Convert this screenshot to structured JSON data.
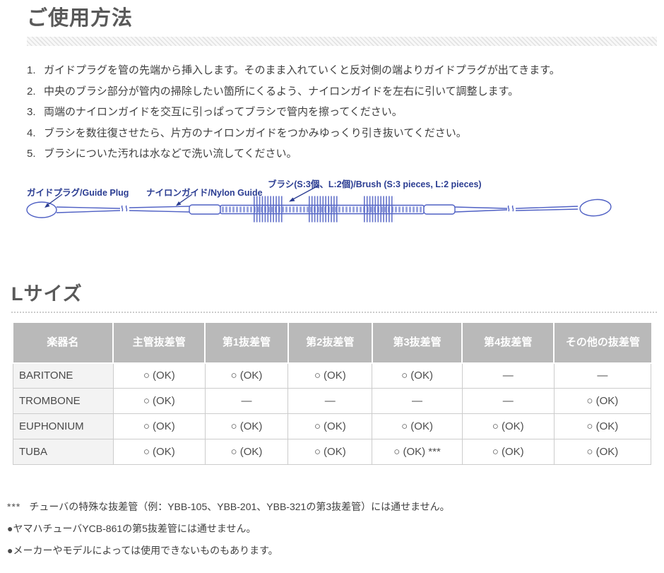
{
  "colors": {
    "heading": "#595959",
    "body_text": "#3f3f3f",
    "note_text": "#3f3f3f",
    "table_header_bg": "#b9b9b9",
    "table_header_text": "#ffffff",
    "table_row_label_bg": "#f3f3f3",
    "table_border": "#cccccc",
    "diagram_stroke": "#4f60c4",
    "diagram_label": "#2b3d92",
    "brush_color": "#5767c5",
    "coil_color": "#9aa5df"
  },
  "usage": {
    "title": "ご使用方法",
    "steps": [
      {
        "num": "1.",
        "text": "ガイドプラグを管の先端から挿入します。そのまま入れていくと反対側の端よりガイドプラグが出てきます。"
      },
      {
        "num": "2.",
        "text": "中央のブラシ部分が管内の掃除したい箇所にくるよう、ナイロンガイドを左右に引いて調整します。"
      },
      {
        "num": "3.",
        "text": "両端のナイロンガイドを交互に引っぱってブラシで管内を擦ってください。"
      },
      {
        "num": "4.",
        "text": "ブラシを数往復させたら、片方のナイロンガイドをつかみゆっくり引き抜いてください。"
      },
      {
        "num": "5.",
        "text": "ブラシについた汚れは水などで洗い流してください。"
      }
    ],
    "diagram_labels": {
      "guide_plug": "ガイドプラグ/Guide Plug",
      "nylon_guide": "ナイロンガイド/Nylon Guide",
      "brush": "ブラシ(S:3個、L:2個)/Brush (S:3 pieces, L:2 pieces)"
    }
  },
  "size_l": {
    "title": "Lサイズ",
    "table": {
      "headers": [
        "楽器名",
        "主管抜差管",
        "第1抜差管",
        "第2抜差管",
        "第3抜差管",
        "第4抜差管",
        "その他の抜差管"
      ],
      "rows": [
        {
          "instrument": "BARITONE",
          "cells": [
            "○ (OK)",
            "○ (OK)",
            "○ (OK)",
            "○ (OK)",
            "—",
            "—"
          ]
        },
        {
          "instrument": "TROMBONE",
          "cells": [
            "○ (OK)",
            "—",
            "—",
            "—",
            "—",
            "○ (OK)"
          ]
        },
        {
          "instrument": "EUPHONIUM",
          "cells": [
            "○ (OK)",
            "○ (OK)",
            "○ (OK)",
            "○ (OK)",
            "○ (OK)",
            "○ (OK)"
          ]
        },
        {
          "instrument": "TUBA",
          "cells": [
            "○ (OK)",
            "○ (OK)",
            "○ (OK)",
            "○ (OK) ***",
            "○ (OK)",
            "○ (OK)"
          ]
        }
      ]
    },
    "notes": [
      {
        "prefix": "***",
        "text": "チューバの特殊な抜差管（例：YBB-105、YBB-201、YBB-321の第3抜差管）には通せません。"
      },
      {
        "prefix": "●",
        "text": "ヤマハチューバYCB-861の第5抜差管には通せません。"
      },
      {
        "prefix": "●",
        "text": "メーカーやモデルによっては使用できないものもあります。"
      }
    ]
  }
}
